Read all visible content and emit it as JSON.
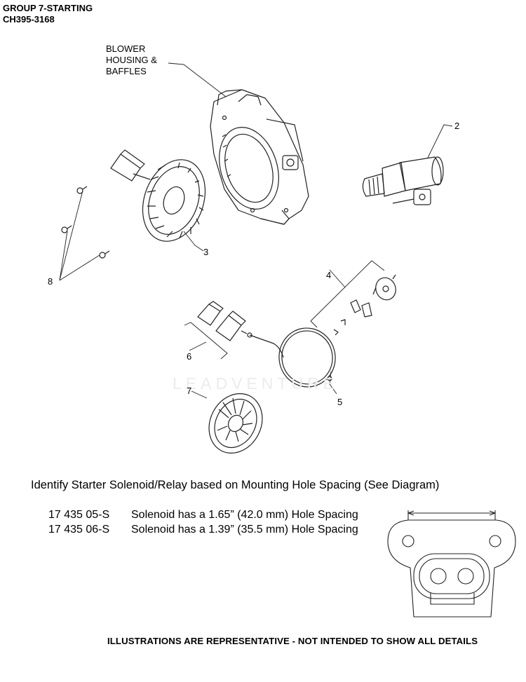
{
  "header": {
    "line1": "GROUP 7-STARTING",
    "line2": "CH395-3168"
  },
  "callouts": {
    "blower_housing": "BLOWER\nHOUSING &\nBAFFLES",
    "c2": "2",
    "c3": "3",
    "c4": "4",
    "c5": "5",
    "c6": "6",
    "c7": "7",
    "c8": "8"
  },
  "watermark": "LEADVENTURE",
  "solenoid": {
    "intro": "Identify Starter Solenoid/Relay based on Mounting Hole Spacing (See Diagram)",
    "rows": [
      {
        "part_number": "17 435 05-S",
        "description": "Solenoid has a 1.65” (42.0 mm) Hole Spacing"
      },
      {
        "part_number": "17 435 06-S",
        "description": "Solenoid has a 1.39” (35.5 mm) Hole Spacing"
      }
    ]
  },
  "footer": "ILLUSTRATIONS ARE REPRESENTATIVE - NOT INTENDED TO SHOW ALL DETAILS"
}
